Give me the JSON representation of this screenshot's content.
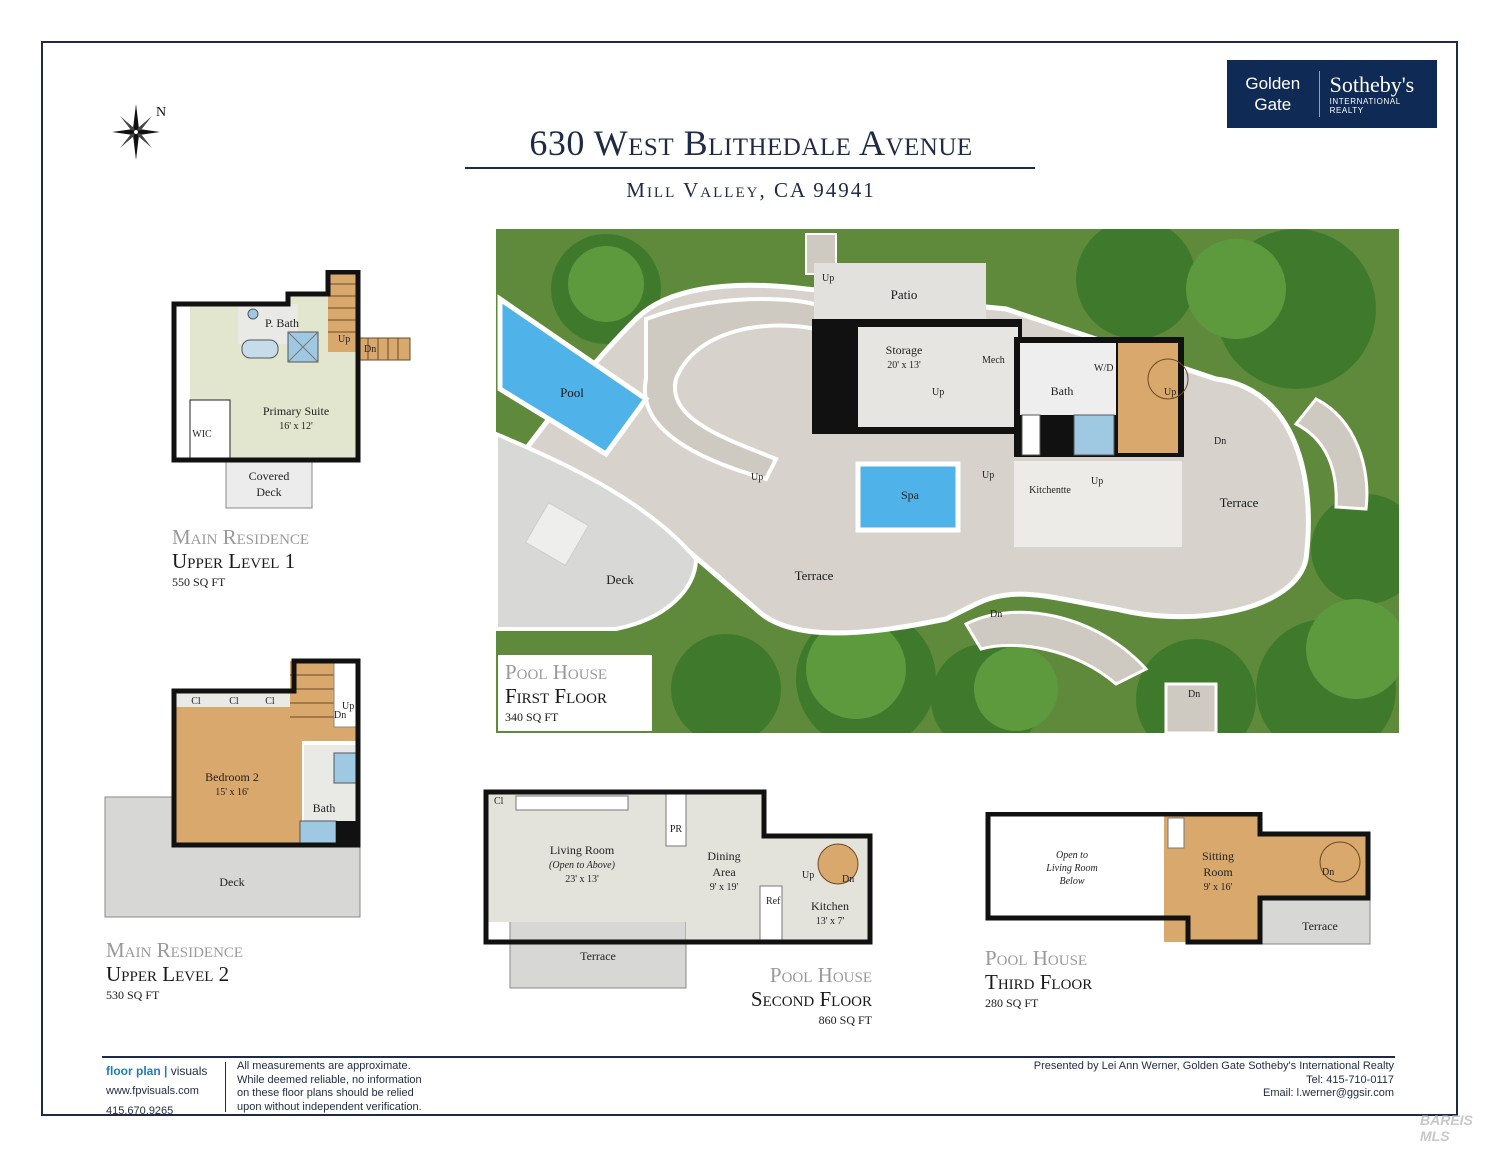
{
  "header": {
    "title": "630 West Blithedale Avenue",
    "subtitle": "Mill Valley, CA 94941",
    "compass_label": "N",
    "logo": {
      "line1": "Golden",
      "line2": "Gate",
      "brand": "Sotheby's",
      "tagline": "INTERNATIONAL REALTY"
    }
  },
  "plans": {
    "upper1": {
      "building": "Main Residence",
      "level": "Upper Level 1",
      "area": "550 SQ FT",
      "rooms": {
        "pbath": "P. Bath",
        "primary": "Primary Suite",
        "primary_dim": "16' x 12'",
        "wic": "WIC",
        "deck1": "Covered",
        "deck2": "Deck",
        "up": "Up",
        "dn": "Dn"
      }
    },
    "upper2": {
      "building": "Main Residence",
      "level": "Upper Level 2",
      "area": "530 SQ FT",
      "rooms": {
        "cl": "Cl",
        "bedroom": "Bedroom 2",
        "bedroom_dim": "15' x 16'",
        "bath": "Bath",
        "deck": "Deck",
        "up": "Up",
        "dn": "Dn"
      }
    },
    "first": {
      "building": "Pool House",
      "level": "First Floor",
      "area": "340 SQ FT",
      "rooms": {
        "patio": "Patio",
        "storage": "Storage",
        "storage_dim": "20' x 13'",
        "mech": "Mech",
        "bath": "Bath",
        "wd": "W/D",
        "pool": "Pool",
        "spa": "Spa",
        "kitchenette": "Kitchentte",
        "terrace": "Terrace",
        "deck": "Deck",
        "up": "Up",
        "dn": "Dn"
      }
    },
    "second": {
      "building": "Pool House",
      "level": "Second Floor",
      "area": "860 SQ FT",
      "rooms": {
        "cl": "Cl",
        "living": "Living Room",
        "living_note": "(Open to Above)",
        "living_dim": "23' x 13'",
        "pr": "PR",
        "dining1": "Dining",
        "dining2": "Area",
        "dining_dim": "9' x 19'",
        "kitchen": "Kitchen",
        "kitchen_dim": "13' x 7'",
        "ref": "Ref",
        "terrace": "Terrace",
        "up": "Up",
        "dn": "Dn"
      }
    },
    "third": {
      "building": "Pool House",
      "level": "Third Floor",
      "area": "280 SQ FT",
      "rooms": {
        "open1": "Open to",
        "open2": "Living Room",
        "open3": "Below",
        "sitting1": "Sitting",
        "sitting2": "Room",
        "sitting_dim": "9' x 16'",
        "terrace": "Terrace",
        "dn": "Dn"
      }
    }
  },
  "footer": {
    "brand_bold": "floor plan",
    "brand_light": "visuals",
    "website": "www.fpvisuals.com",
    "phone": "415.670.9265",
    "disclaimer": [
      "All measurements are approximate.",
      "While deemed reliable, no information",
      "on these floor plans should be relied",
      "upon without independent verification."
    ],
    "presented": "Presented by Lei Ann Werner, Golden Gate Sotheby's International Realty",
    "tel": "Tel: 415-710-0117",
    "email": "Email: l.werner@ggsir.com",
    "watermark": "BAREIS MLS"
  },
  "colors": {
    "navy": "#1f2a44",
    "logo_bg": "#0f2a55",
    "room_green": "#e3e6cf",
    "room_wood": "#d9a86c",
    "tile": "#d7d3cc",
    "water": "#4fb3ea",
    "foliage": "#3f7a2c"
  }
}
